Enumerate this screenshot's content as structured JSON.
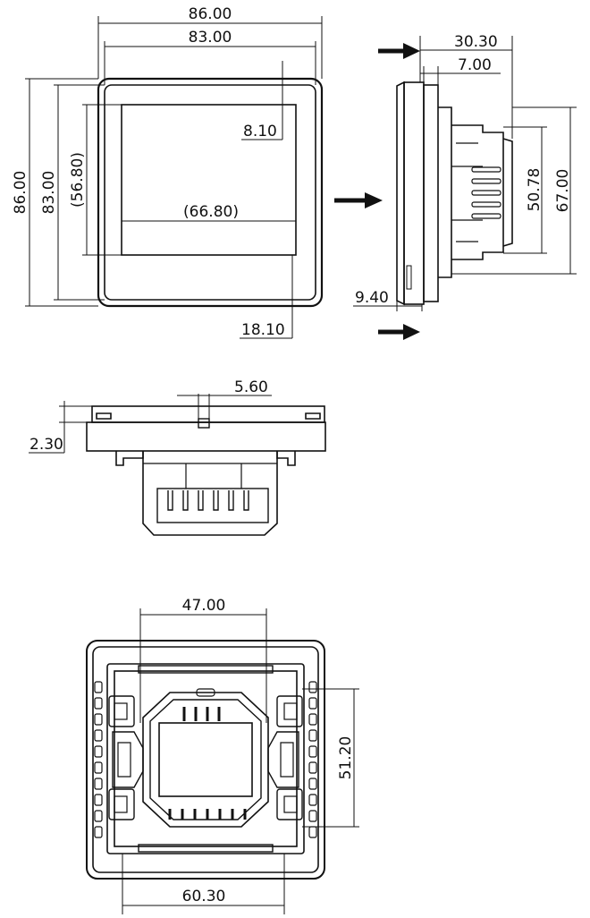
{
  "front_view": {
    "overall_width": "86.00",
    "bezel_width": "83.00",
    "overall_height": "86.00",
    "bezel_height": "83.00",
    "screen_height": "(56.80)",
    "screen_width": "(66.80)",
    "top_margin": "8.10",
    "bottom_margin": "18.10"
  },
  "side_view": {
    "total_depth": "30.30",
    "front_thickness": "7.00",
    "plate_thickness": "9.40",
    "body_height_a": "50.78",
    "body_height_b": "67.00"
  },
  "top_view": {
    "tab_width": "5.60",
    "lip_height": "2.30"
  },
  "back_view": {
    "mount_width": "47.00",
    "mount_height": "51.20",
    "frame_width": "60.30"
  },
  "colors": {
    "line": "#111111",
    "background": "#ffffff"
  },
  "icons": [
    "view-direction-arrow-icon"
  ]
}
